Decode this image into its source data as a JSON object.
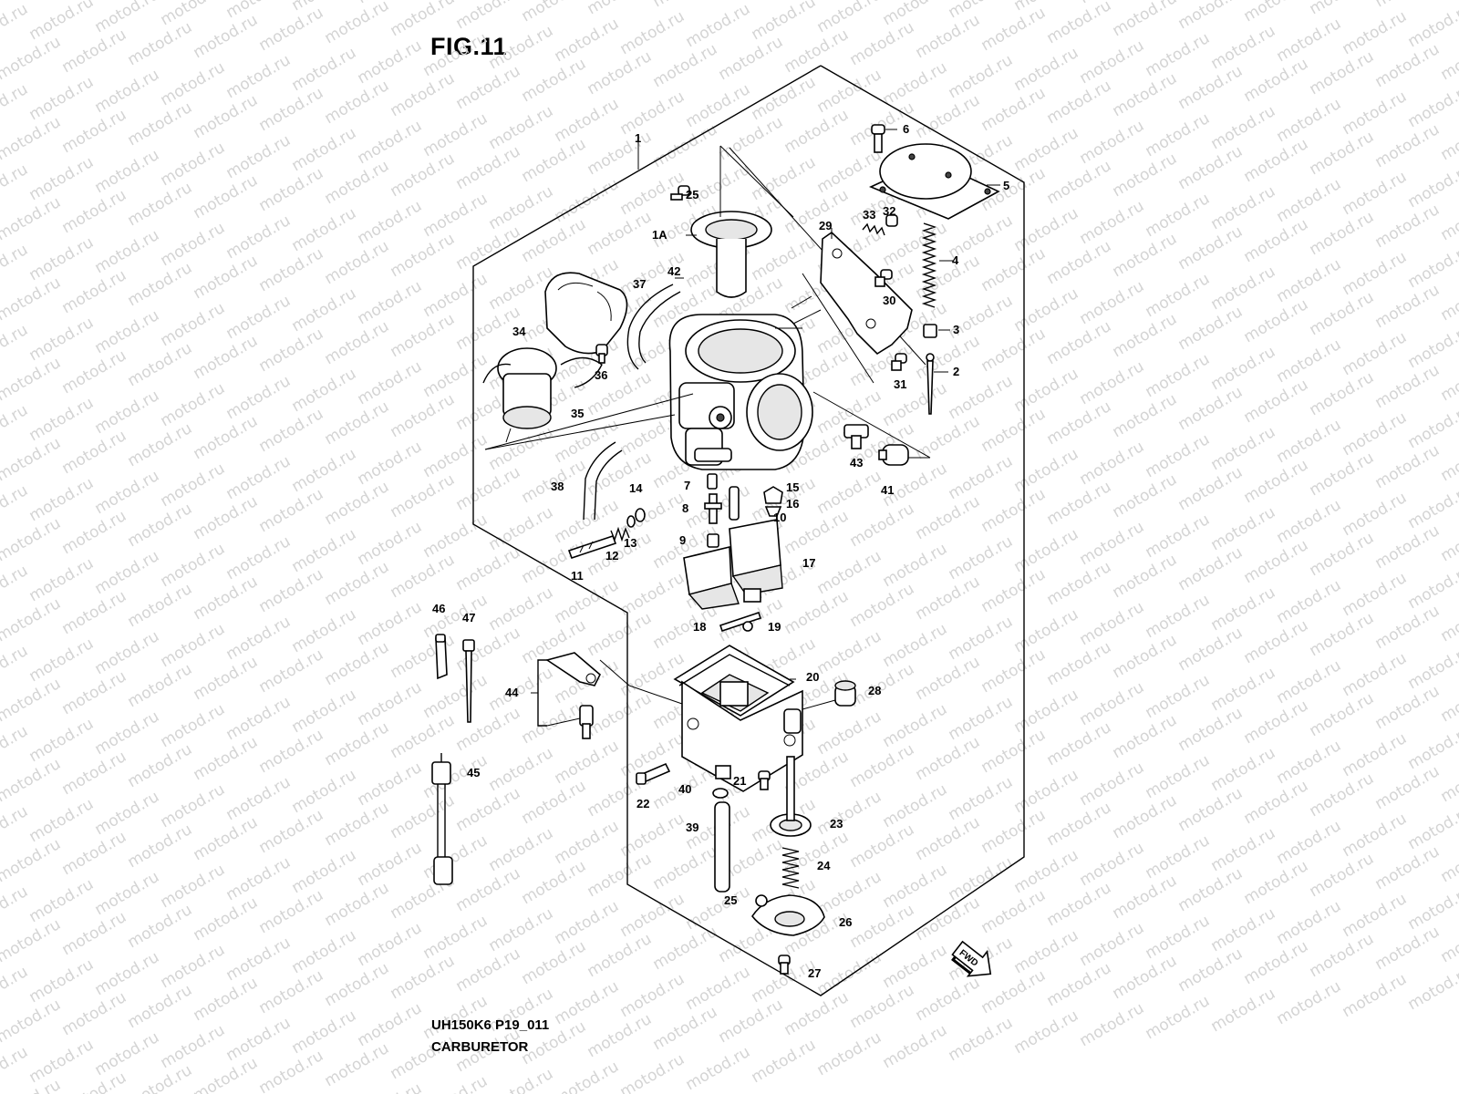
{
  "figure": {
    "title": "FIG.11",
    "model_code": "UH150K6 P19_011",
    "caption": "CARBURETOR"
  },
  "watermark": {
    "text": "motod.ru"
  },
  "fwd_arrow": {
    "label": "FWD"
  },
  "callouts": [
    "1",
    "1A",
    "2",
    "3",
    "4",
    "5",
    "6",
    "7",
    "8",
    "9",
    "10",
    "11",
    "12",
    "13",
    "14",
    "15",
    "16",
    "17",
    "18",
    "19",
    "20",
    "21",
    "22",
    "23",
    "24",
    "25",
    "25",
    "26",
    "27",
    "28",
    "29",
    "30",
    "31",
    "32",
    "33",
    "34",
    "35",
    "36",
    "37",
    "38",
    "39",
    "40",
    "41",
    "42",
    "43",
    "44",
    "45",
    "46",
    "47"
  ]
}
